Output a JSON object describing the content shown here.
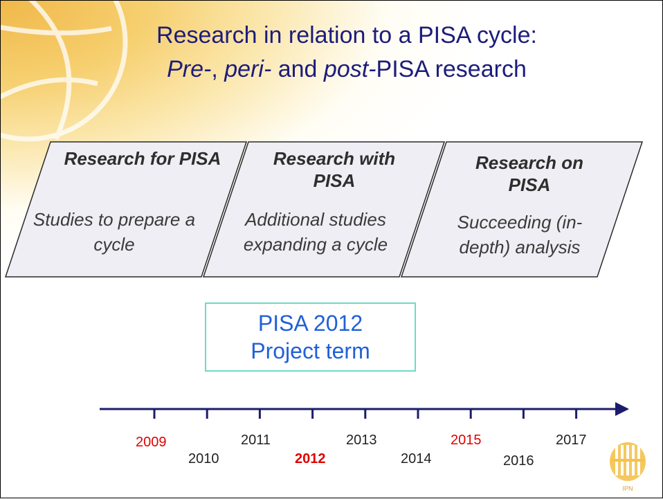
{
  "title": {
    "line1": "Research in relation to a PISA cycle:",
    "line2_pre": "Pre-",
    "line2_sep1": ", ",
    "line2_peri": "peri-",
    "line2_and": " and ",
    "line2_post": "post-",
    "line2_rest": "PISA research"
  },
  "boxes": [
    {
      "heading": "Research for PISA",
      "desc": "Studies to prepare a cycle"
    },
    {
      "heading": "Research with PISA",
      "desc": "Additional studies expanding a cycle"
    },
    {
      "heading": "Research on PISA",
      "desc": "Succeeding (in-depth) analysis"
    }
  ],
  "project_box": {
    "line1": "PISA 2012",
    "line2": "Project term"
  },
  "timeline": {
    "years": [
      "2009",
      "2010",
      "2011",
      "2012",
      "2013",
      "2014",
      "2015",
      "2016",
      "2017"
    ],
    "highlight_color": "#e00000",
    "axis_color": "#1c1c6c"
  },
  "logo": {
    "label": "IPN"
  }
}
